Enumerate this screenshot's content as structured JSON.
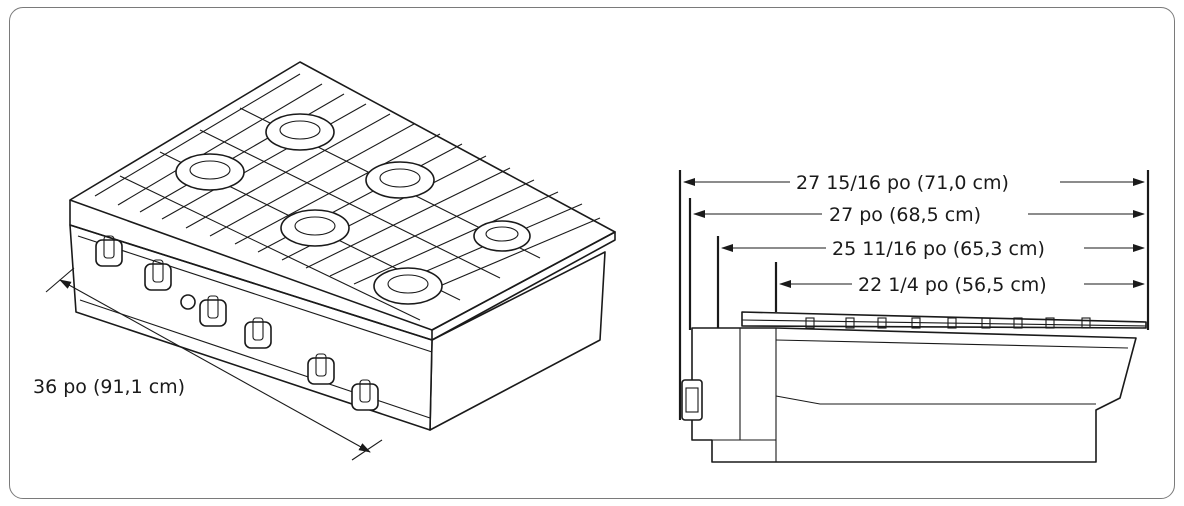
{
  "dimensions": {
    "width_label": "36 po (91,1 cm)",
    "depth_overall": "27 15/16 po (71,0 cm)",
    "depth_2": "27 po (68,5 cm)",
    "depth_3": "25 11/16 po (65,3 cm)",
    "depth_4": "22 1/4 po (56,5 cm)"
  },
  "colors": {
    "line": "#1a1a1a",
    "frame": "#7a7a7a",
    "background": "#ffffff"
  }
}
